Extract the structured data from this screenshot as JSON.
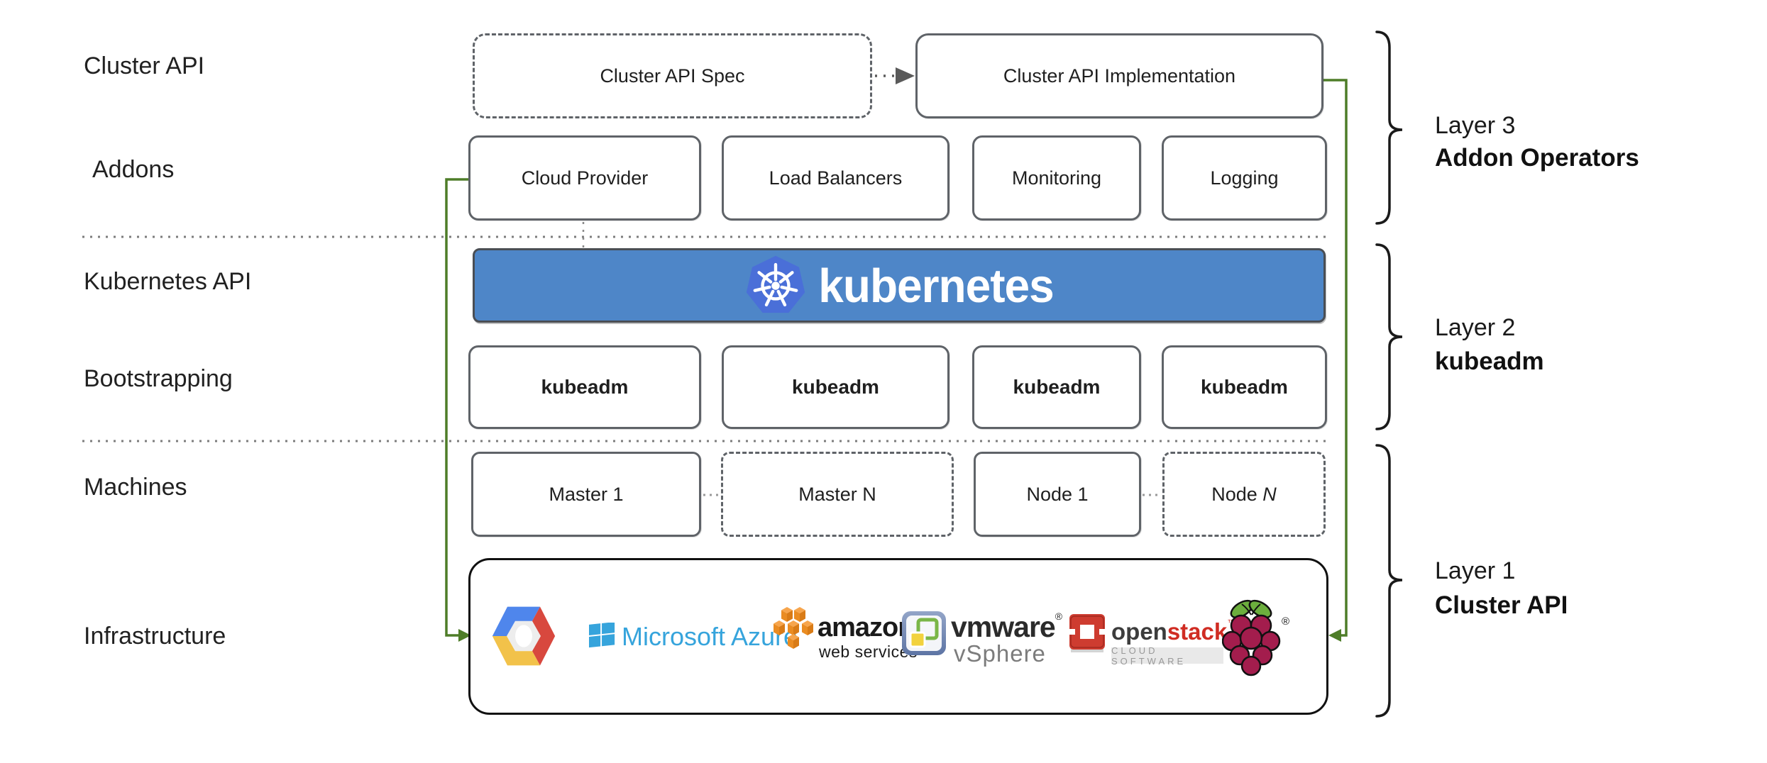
{
  "diagram": {
    "row_labels": {
      "cluster_api": "Cluster API",
      "addons": "Addons",
      "kubernetes_api": "Kubernetes API",
      "bootstrapping": "Bootstrapping",
      "machines": "Machines",
      "infrastructure": "Infrastructure"
    },
    "cluster_api_row": {
      "spec": "Cluster API Spec",
      "implementation": "Cluster API Implementation"
    },
    "addons_row": {
      "boxes": [
        "Cloud Provider",
        "Load Balancers",
        "Monitoring",
        "Logging"
      ]
    },
    "kubernetes_banner": {
      "wordmark": "kubernetes"
    },
    "bootstrapping_row": {
      "boxes": [
        "kubeadm",
        "kubeadm",
        "kubeadm",
        "kubeadm"
      ]
    },
    "machines_row": {
      "master1": "Master 1",
      "masterN": "Master N",
      "node1": "Node 1",
      "nodeN_main": "Node ",
      "nodeN_suffix": "N"
    },
    "layers": [
      {
        "title": "Layer 3",
        "subtitle": "Addon Operators"
      },
      {
        "title": "Layer 2",
        "subtitle": "kubeadm"
      },
      {
        "title": "Layer 1",
        "subtitle": "Cluster API"
      }
    ],
    "infrastructure_logos": {
      "azure": "Microsoft Azure",
      "amazon": "amazon",
      "amazon_sub": "web services",
      "vmware": "vmware",
      "vmware_reg": "®",
      "vmware_sub": "vSphere",
      "openstack_open": "open",
      "openstack_stack": "stack",
      "openstack_tm": "™",
      "openstack_sub": "CLOUD SOFTWARE",
      "raspberry_reg": "®"
    },
    "colors": {
      "kubernetes_banner_blue": "#4e86c8",
      "kubernetes_logo_blue": "#4a6fd8",
      "arrow_green": "#4e7d28",
      "azure_blue": "#36a4dc",
      "aws_orange": "#e98a23",
      "openstack_red": "#d02c23",
      "raspberry_crimson": "#a31d4d",
      "leaf_green": "#6cae3d"
    }
  }
}
